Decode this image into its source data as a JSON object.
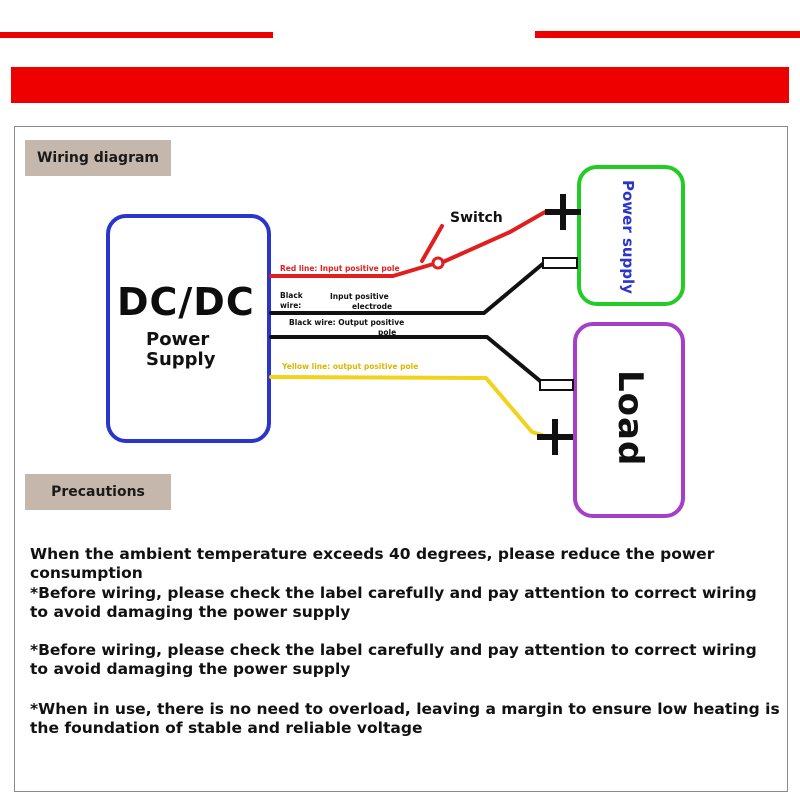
{
  "header": {
    "wiring_label": "Wiring diagram",
    "precautions_label": "Precautions"
  },
  "colors": {
    "accent_red": "#ee0000",
    "dcdc_border": "#2b35c9",
    "power_supply_border": "#22cc22",
    "load_border": "#a63fc7",
    "wire_red": "#e02020",
    "wire_black": "#111111",
    "wire_yellow": "#f2d21a",
    "tag_bg": "#c6b7ad"
  },
  "diagram": {
    "dcdc_title": "DC/DC",
    "dcdc_subtitle_line1": "Power",
    "dcdc_subtitle_line2": "Supply",
    "power_supply_label": "Power supply",
    "load_label": "Load",
    "switch_label": "Switch",
    "red_line_label": "Red line: Input positive pole",
    "black_wire_input_label_line1": "Black",
    "black_wire_input_label_line2": "wire:",
    "input_positive_line1": "Input positive",
    "input_positive_line2": "electrode",
    "black_wire_output_line1": "Black wire: Output positive",
    "black_wire_output_line2": "pole",
    "yellow_line_label": "Yellow line: output positive pole",
    "plus_symbol": "+",
    "minus_symbol": "−"
  },
  "precautions": [
    "When the ambient temperature exceeds 40 degrees, please reduce the power consumption",
    "*Before wiring, please check the label carefully and pay attention to correct wiring to avoid damaging the power supply",
    "*Before wiring, please check the label carefully and pay attention to correct wiring to avoid damaging the power supply",
    "*When in use, there is no need to overload, leaving a margin to ensure low heating is the foundation of stable and reliable voltage"
  ]
}
